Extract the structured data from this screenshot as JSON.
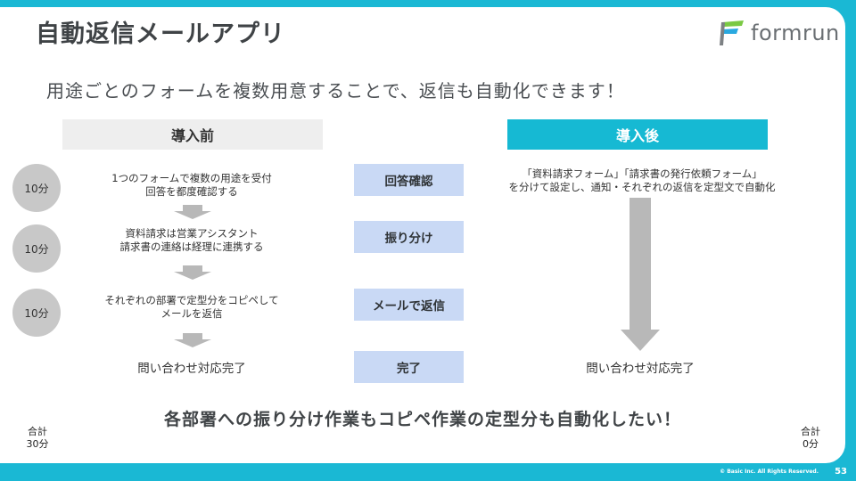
{
  "slide": {
    "title": "自動返信メールアプリ",
    "subtitle": "用途ごとのフォームを複数用意することで、返信も自動化できます！",
    "conclusion": "各部署への振り分け作業もコピペ作業の定型分も自動化したい！",
    "page_number": "53",
    "copyright": "© Basic Inc. All Rights Reserved."
  },
  "logo": {
    "text": "formrun",
    "colors": {
      "green": "#7ac943",
      "blue": "#29a9e0",
      "gray": "#7d8184"
    }
  },
  "before": {
    "header": "導入前",
    "steps": [
      {
        "time": "10分",
        "lines": [
          "1つのフォームで複数の用途を受付",
          "回答を都度確認する"
        ]
      },
      {
        "time": "10分",
        "lines": [
          "資料請求は営業アシスタント",
          "請求書の連絡は経理に連携する"
        ]
      },
      {
        "time": "10分",
        "lines": [
          "それぞれの部署で定型分をコピペして",
          "メールを返信"
        ]
      }
    ],
    "done": "問い合わせ対応完了",
    "total": [
      "合計",
      "30分"
    ]
  },
  "phases": [
    "回答確認",
    "振り分け",
    "メールで返信",
    "完了"
  ],
  "after": {
    "header": "導入後",
    "lines": [
      "「資料請求フォーム」「請求書の発行依頼フォーム」",
      "を分けて設定し、通知・それぞれの返信を定型文で自動化"
    ],
    "done": "問い合わせ対応完了",
    "total": [
      "合計",
      "0分"
    ]
  },
  "colors": {
    "frame": "#1ab8d4",
    "after_header": "#16b9d3",
    "phase_box": "#c9d9f5",
    "time_circle": "#c8c8c8",
    "arrow": "#b8b8b8"
  }
}
